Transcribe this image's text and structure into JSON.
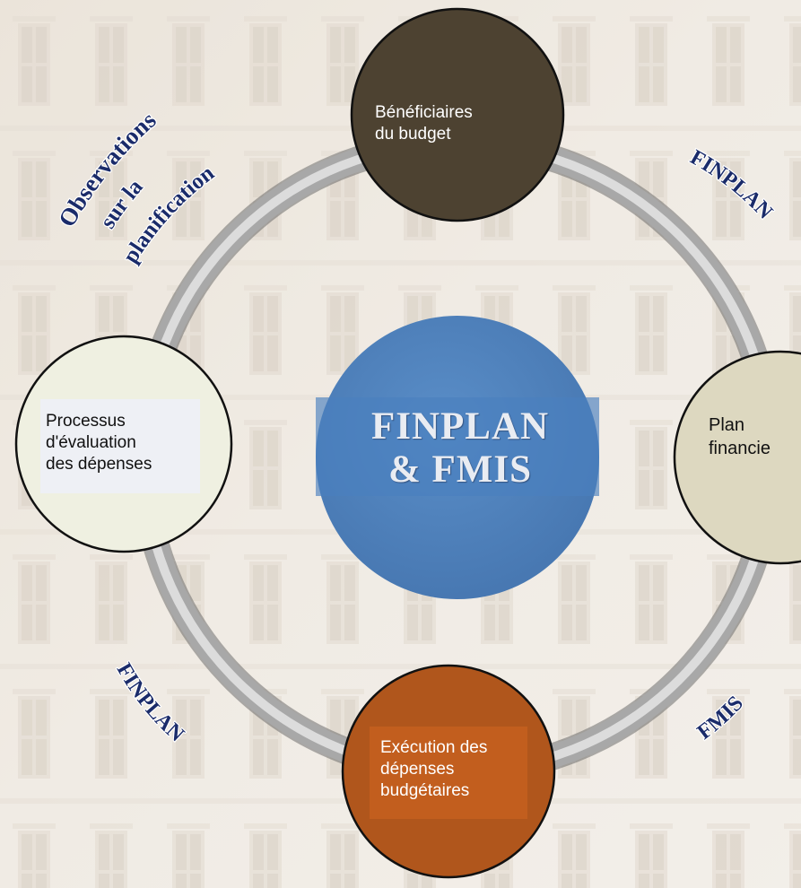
{
  "colors": {
    "background": "#efe9e1",
    "ring": "#a8a8a8",
    "top_node": "#4d4231",
    "left_node": "#eff0e1",
    "right_node": "#ddd8c0",
    "bottom_node": "#b0561c",
    "center": "#4e82bd",
    "label_navy": "#1a2b6a"
  },
  "center": {
    "line1": "FINPLAN",
    "line2": "& FMIS"
  },
  "nodes": {
    "top": {
      "line1": "Bénéficiaires",
      "line2": "du budget"
    },
    "left": {
      "line1": "Processus",
      "line2": "d'évaluation",
      "line3": "des dépenses"
    },
    "right": {
      "line1": "Plan",
      "line2": "financie"
    },
    "bottom": {
      "line1": "Exécution des",
      "line2": "dépenses",
      "line3": "budgétaires"
    }
  },
  "arc_labels": {
    "top_left": {
      "line1": "Observations",
      "line2": "sur la",
      "line3": "planification"
    },
    "top_right": "FINPLAN",
    "bottom_left": "FINPLAN",
    "bottom_right": "FMIS"
  }
}
